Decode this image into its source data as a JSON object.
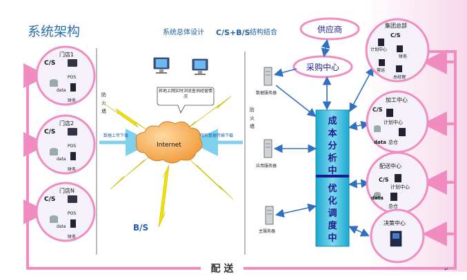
{
  "title": "系统架构",
  "header": {
    "design": "系统总体设计",
    "cs_bs": "C/S+B/S",
    "combine": "结构结合"
  },
  "stores": [
    {
      "name": "门店1",
      "cs": "C/S",
      "pos": "POS",
      "data": "data",
      "finance": "财务"
    },
    {
      "name": "门店2",
      "cs": "C/S",
      "pos": "POS",
      "data": "data",
      "finance": "财务"
    },
    {
      "name": "门店N",
      "cs": "C/S",
      "pos": "POS",
      "data": "data",
      "finance": "财务"
    }
  ],
  "left_firewall": "防火墙",
  "right_firewall": "防火墙",
  "internet": "Internet",
  "upload_download": "数据上传下载",
  "hidden_transfer": "隐形数据传输下载",
  "remote_query": "异地上网实时浏览查询经营情况",
  "bs": "B/S",
  "servers": {
    "data": "数据服务器",
    "app": "应用服务器",
    "main": "主服务器"
  },
  "supplier": "供应商",
  "purchase_center": "采购中心",
  "cost_center": "成本分析中心",
  "dispatch_center": "优化调度中心",
  "hq": {
    "name": "集团总部",
    "cs": "C/S",
    "plan": "计划中心",
    "finance": "财务",
    "ops": "营运",
    "gm": "总经理"
  },
  "processing": {
    "name": "加工中心",
    "cs": "C/S",
    "plan": "计划中心",
    "data": "data",
    "warehouse": "总仓"
  },
  "distribution": {
    "name": "配送中心",
    "cs": "C/S",
    "plan": "计划中心",
    "data": "data",
    "warehouse": "总仓"
  },
  "decision": {
    "name": "决策中心"
  },
  "delivery": "配 送",
  "colors": {
    "pink": "#f08cc0",
    "lavender": "#c7c7f0",
    "cyan": "#1eb4d6",
    "navy": "#1a1a8c",
    "blue": "#1e5fb4",
    "arrow": "#3070c0"
  }
}
